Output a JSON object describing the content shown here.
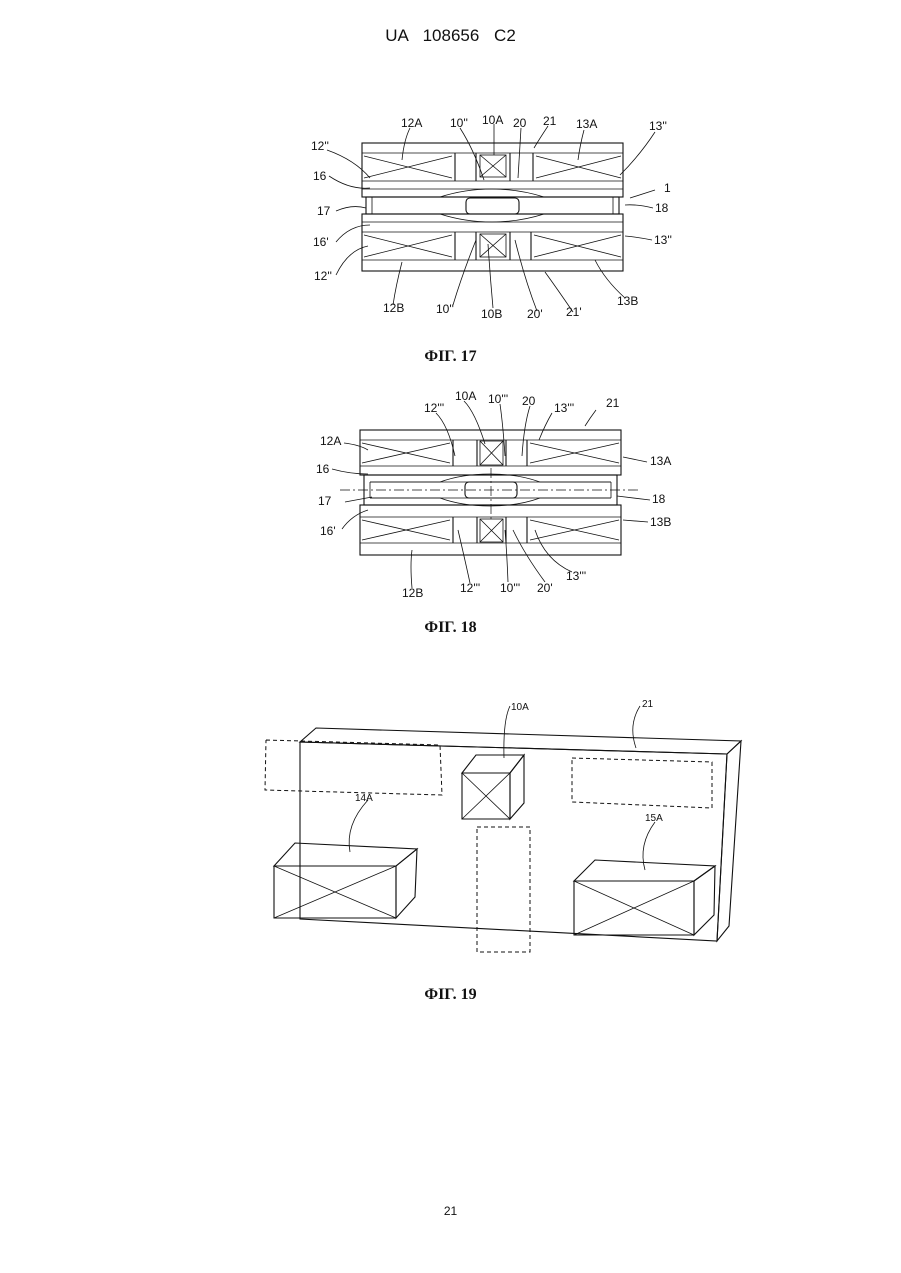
{
  "header": "UA   108656   C2",
  "page_number": "21",
  "fig17": {
    "caption": "ФІГ. 17",
    "labels": [
      "12A",
      "10''",
      "10A",
      "20",
      "21",
      "13A",
      "13''",
      "12''",
      "16",
      "1",
      "17",
      "18",
      "16'",
      "13''",
      "12''",
      "12B",
      "10''",
      "10B",
      "20'",
      "21'",
      "13B"
    ]
  },
  "fig18": {
    "caption": "ФІГ. 18",
    "labels": [
      "10A",
      "10'''",
      "20",
      "12'''",
      "13'''",
      "21",
      "12A",
      "16",
      "13A",
      "17",
      "18",
      "16'",
      "13B",
      "12B",
      "12'''",
      "10'''",
      "20'",
      "13'''"
    ]
  },
  "fig19": {
    "caption": "ФІГ. 19",
    "labels": [
      "10A",
      "21",
      "14A",
      "15A"
    ]
  }
}
